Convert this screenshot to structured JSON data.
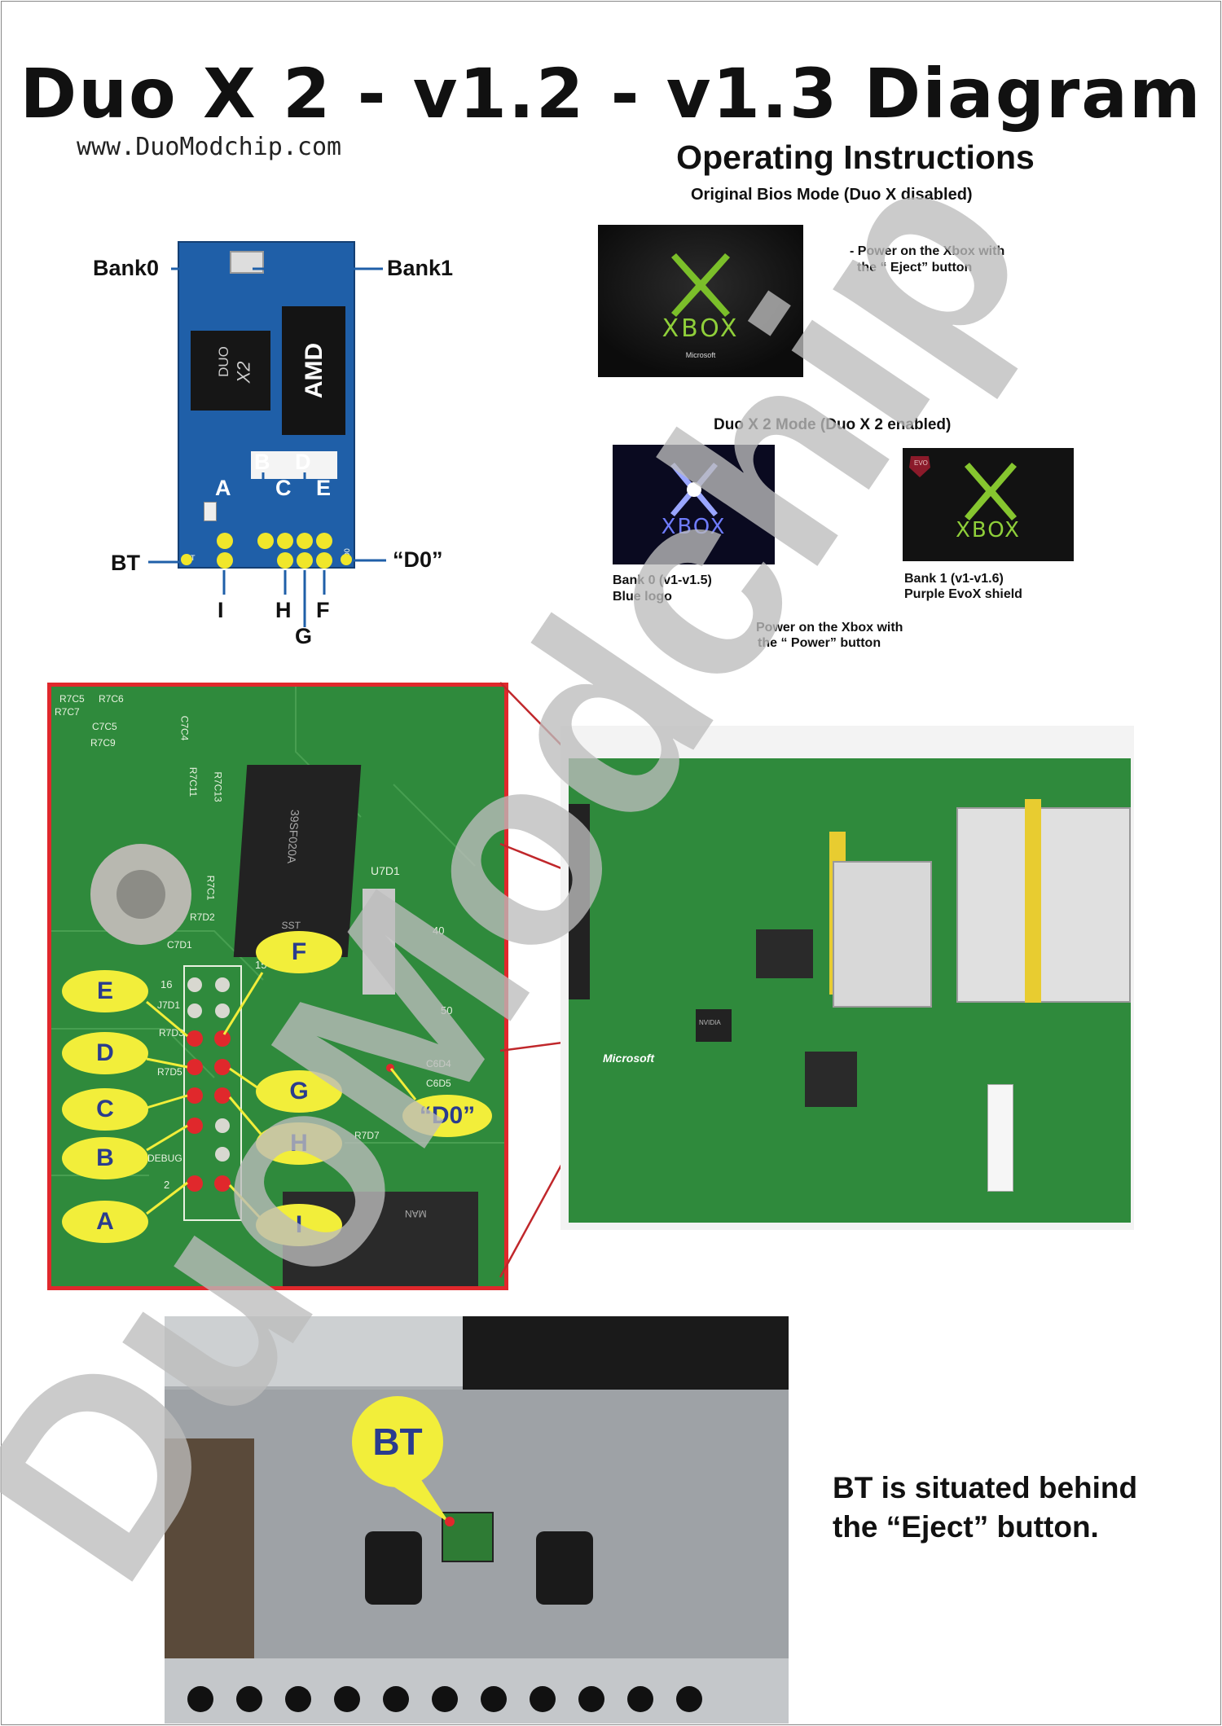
{
  "title": "Duo X 2 - v1.2 - v1.3 Diagram",
  "website": "www.DuoModchip.com",
  "instructions": {
    "heading": "Operating Instructions",
    "original_mode": {
      "title": "Original Bios Mode (Duo X disabled)",
      "line1": "- Power on the Xbox with",
      "line2": "the “ Eject” button",
      "logo_text": "XBOX",
      "logo_sub": "Microsoft"
    },
    "duo_mode": {
      "title": "Duo X 2 Mode (Duo X 2  enabled)",
      "bank0_line1": "Bank 0 (v1-v1.5)",
      "bank0_line2": "Blue logo",
      "bank1_line1": "Bank 1 (v1-v1.6)",
      "bank1_line2": "Purple EvoX shield",
      "power_line1": "Power on the Xbox with",
      "power_line2": "the “ Power” button",
      "logo_text": "XBOX",
      "evox_badge": "EVO"
    }
  },
  "chip": {
    "bank0": "Bank0",
    "bank1": "Bank1",
    "amd": "AMD",
    "duo": "DUO",
    "x2": "X2",
    "pins_top": [
      "A",
      "B",
      "C",
      "D",
      "E"
    ],
    "pins_bottom": [
      "I",
      "H",
      "G",
      "F"
    ],
    "bt": "BT",
    "d0": "“D0”",
    "bt_silk": "BT",
    "d0_silk": "D0"
  },
  "board_zoom": {
    "ovals": [
      "E",
      "D",
      "C",
      "B",
      "A",
      "F",
      "G",
      "H",
      "I"
    ],
    "d0": "“D0”",
    "silk": [
      "R7C5",
      "R7C6",
      "R7C7",
      "C7C5",
      "R7C9",
      "C7C4",
      "R7C11",
      "R7C13",
      "R7C1",
      "U7D1",
      "R7D2",
      "C7D1",
      "R7D3",
      "R7D5",
      "C6D4",
      "C6D5",
      "DEBUG",
      "J7D1",
      "16",
      "15",
      "40",
      "50",
      "2",
      "R7D7"
    ],
    "chip_marking": "39SF020A",
    "chip_code": "SST",
    "ic_marking": "MAN"
  },
  "mainboard": {
    "brand": "Microsoft",
    "gpu": "NVIDIA"
  },
  "bt_photo": {
    "callout": "BT"
  },
  "bt_note": {
    "line1": "BT is situated behind",
    "line2": "the “Eject” button."
  },
  "watermark": "DuoModchip",
  "colors": {
    "pcb_green": "#2f8a3c",
    "chip_pcb_blue": "#1f5fa8",
    "callout_yellow": "#f2ee3a",
    "callout_text": "#2a3c8e",
    "zoom_border": "#e0282c",
    "watermark": "#bdbdbd"
  }
}
